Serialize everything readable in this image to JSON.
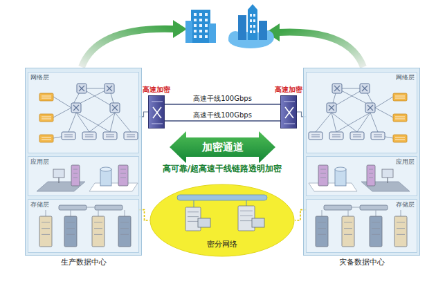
{
  "diagram": {
    "nodes": [
      {
        "text": [
          "生产数据中心"
        ]
      },
      {
        "text": [
          "网络层"
        ],
        "in": 0
      },
      {
        "text": [
          "应用层"
        ],
        "in": 0
      },
      {
        "text": [
          "存储层"
        ],
        "in": 0
      },
      {
        "text": [
          "灾备数据中心"
        ]
      },
      {
        "text": [
          "网络层"
        ],
        "in": 4
      },
      {
        "text": [
          "应用层"
        ],
        "in": 4
      },
      {
        "text": [
          "存储层"
        ],
        "in": 4
      },
      {
        "text": [
          "高速加密"
        ]
      },
      {
        "text": [
          "高速加密"
        ]
      },
      {
        "text": [
          "加密通道"
        ]
      },
      {
        "text": [
          "密分网络"
        ]
      }
    ],
    "edges": [
      {
        "from": 8,
        "to": 9,
        "label": "高速干线100Gbps",
        "arrow": "none"
      },
      {
        "from": 8,
        "to": 9,
        "label": "高速干线100Gbps",
        "arrow": "none"
      },
      {
        "from": 1,
        "to": 8,
        "arrow": "none"
      },
      {
        "from": 5,
        "to": 9,
        "arrow": "none"
      },
      {
        "from": 3,
        "to": 11,
        "arrow": "none"
      },
      {
        "from": 7,
        "to": 11,
        "arrow": "none"
      }
    ],
    "labels": [
      "高可靠/超高速干线链路透明加密"
    ]
  }
}
